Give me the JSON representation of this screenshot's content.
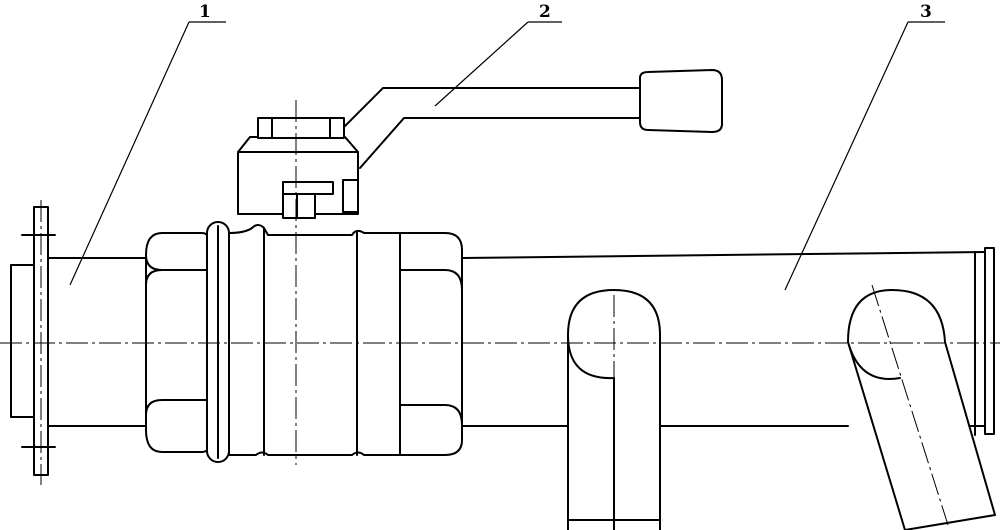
{
  "labels": [
    {
      "id": "1",
      "text": "1"
    },
    {
      "id": "2",
      "text": "2"
    },
    {
      "id": "3",
      "text": "3"
    }
  ]
}
